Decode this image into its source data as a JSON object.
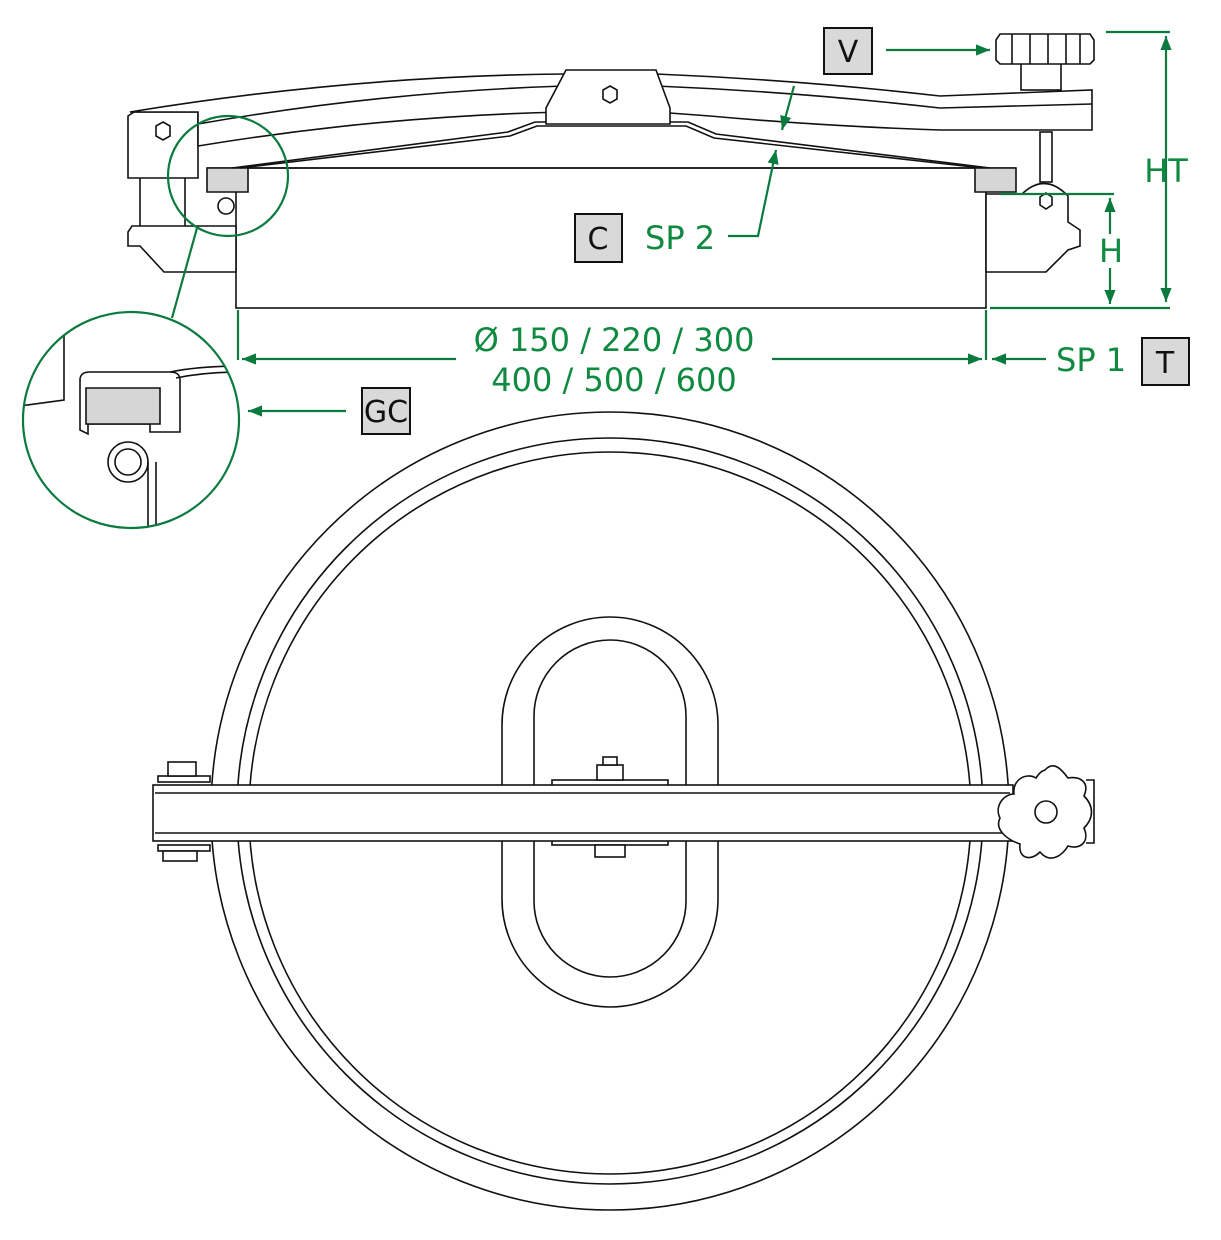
{
  "labels": {
    "v": "V",
    "c": "C",
    "t": "T",
    "gc": "GC",
    "sp2": "SP 2",
    "sp1": "SP 1",
    "ht": "HT",
    "h": "H",
    "diameter_line1": "Ø 150 / 220 / 300",
    "diameter_line2": "400 / 500 / 600"
  },
  "colors": {
    "dimension": "#0b7a3e",
    "label_box": "#d9d9d9",
    "gasket": "#d6d6d6"
  }
}
